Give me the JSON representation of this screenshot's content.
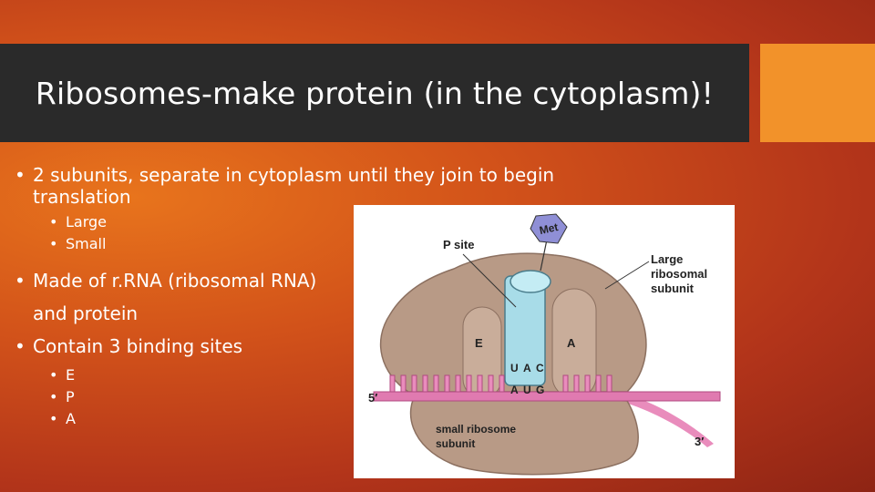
{
  "slide": {
    "title": "Ribosomes-make protein (in the cytoplasm)!",
    "bullets": [
      {
        "text": "2 subunits, separate in cytoplasm until they join to begin translation",
        "sub": [
          "Large",
          "Small"
        ]
      },
      {
        "text": "Made of r.RNA (ribosomal RNA) and protein",
        "sub": []
      },
      {
        "text": "Contain 3 binding sites",
        "sub": [
          "E",
          "P",
          "A"
        ]
      }
    ]
  },
  "diagram": {
    "p_site": "P site",
    "met": "Met",
    "large_subunit": [
      "Large",
      "ribosomal",
      "subunit"
    ],
    "e_site": "E",
    "a_site": "A",
    "anticodon": [
      "U",
      "A",
      "C"
    ],
    "codon": [
      "A",
      "U",
      "G"
    ],
    "five_prime": "5′",
    "three_prime": "3′",
    "small_subunit": [
      "small ribosome",
      "subunit"
    ]
  },
  "colors": {
    "title_bar": "#2a2a2a",
    "accent": "#f2922a",
    "ribosome": "#b89a86",
    "mrna": "#e07ab0",
    "trna": "#a8dce8",
    "met": "#8f8fd6"
  }
}
